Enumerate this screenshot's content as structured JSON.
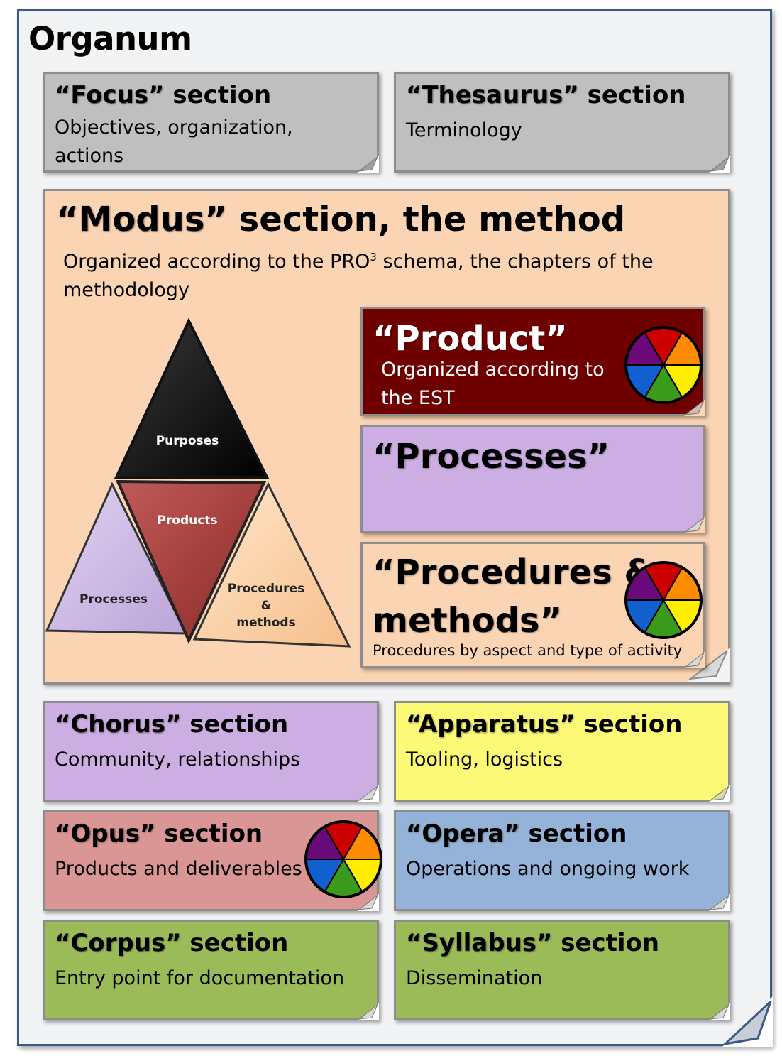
{
  "title": "Organum",
  "sections": {
    "focus": {
      "quoted": "“Focus”",
      "suffix": " section",
      "desc": "Objectives, organization, actions"
    },
    "thesaurus": {
      "quoted": "“Thesaurus”",
      "suffix": " section",
      "desc": "Terminology"
    },
    "modus": {
      "quoted": "“Modus”",
      "suffix": " section,  the method",
      "desc_before": "Organized according to the PRO",
      "desc_sup": "3",
      "desc_after": " schema,  the chapters of the methodology"
    },
    "chorus": {
      "quoted": "“Chorus”",
      "suffix": " section",
      "desc": "Community, relationships"
    },
    "apparatus": {
      "quoted": "“Apparatus”",
      "suffix": " section",
      "desc": "Tooling, logistics"
    },
    "opus": {
      "quoted": "“Opus”",
      "suffix": " section",
      "desc": "Products and deliverables"
    },
    "opera": {
      "quoted": "“Opera”",
      "suffix": " section",
      "desc": "Operations and ongoing work"
    },
    "corpus": {
      "quoted": "“Corpus”",
      "suffix": " section",
      "desc": "Entry point for documentation"
    },
    "syllabus": {
      "quoted": "“Syllabus”",
      "suffix": " section",
      "desc": "Dissemination"
    }
  },
  "modus_subsections": {
    "product": {
      "title": "“Product”",
      "desc": "Organized according to the EST"
    },
    "processes": {
      "title": "“Processes”"
    },
    "procedures": {
      "title_line1": "“Procedures &",
      "title_line2": "methods”",
      "desc": "Procedures by aspect and type of activity"
    }
  },
  "pyramid": {
    "purposes": "Purposes",
    "products": "Products",
    "processes": "Processes",
    "procedures_line1": "Procedures",
    "procedures_line2": "&",
    "procedures_line3": "methods"
  },
  "colors": {
    "frame_border": "#3b5a8a",
    "gray": "#bfbfbf",
    "peach": "#fbd4b4",
    "lavender": "#ccaee3",
    "yellow": "#fbf975",
    "rose": "#da9695",
    "blue": "#95b3d8",
    "green": "#9bbb59",
    "dark_red": "#6f0000"
  },
  "color_wheel_segments": [
    "#cc0000",
    "#ff8c00",
    "#ffee00",
    "#3a9a1a",
    "#1060d0",
    "#6a0a7a"
  ]
}
